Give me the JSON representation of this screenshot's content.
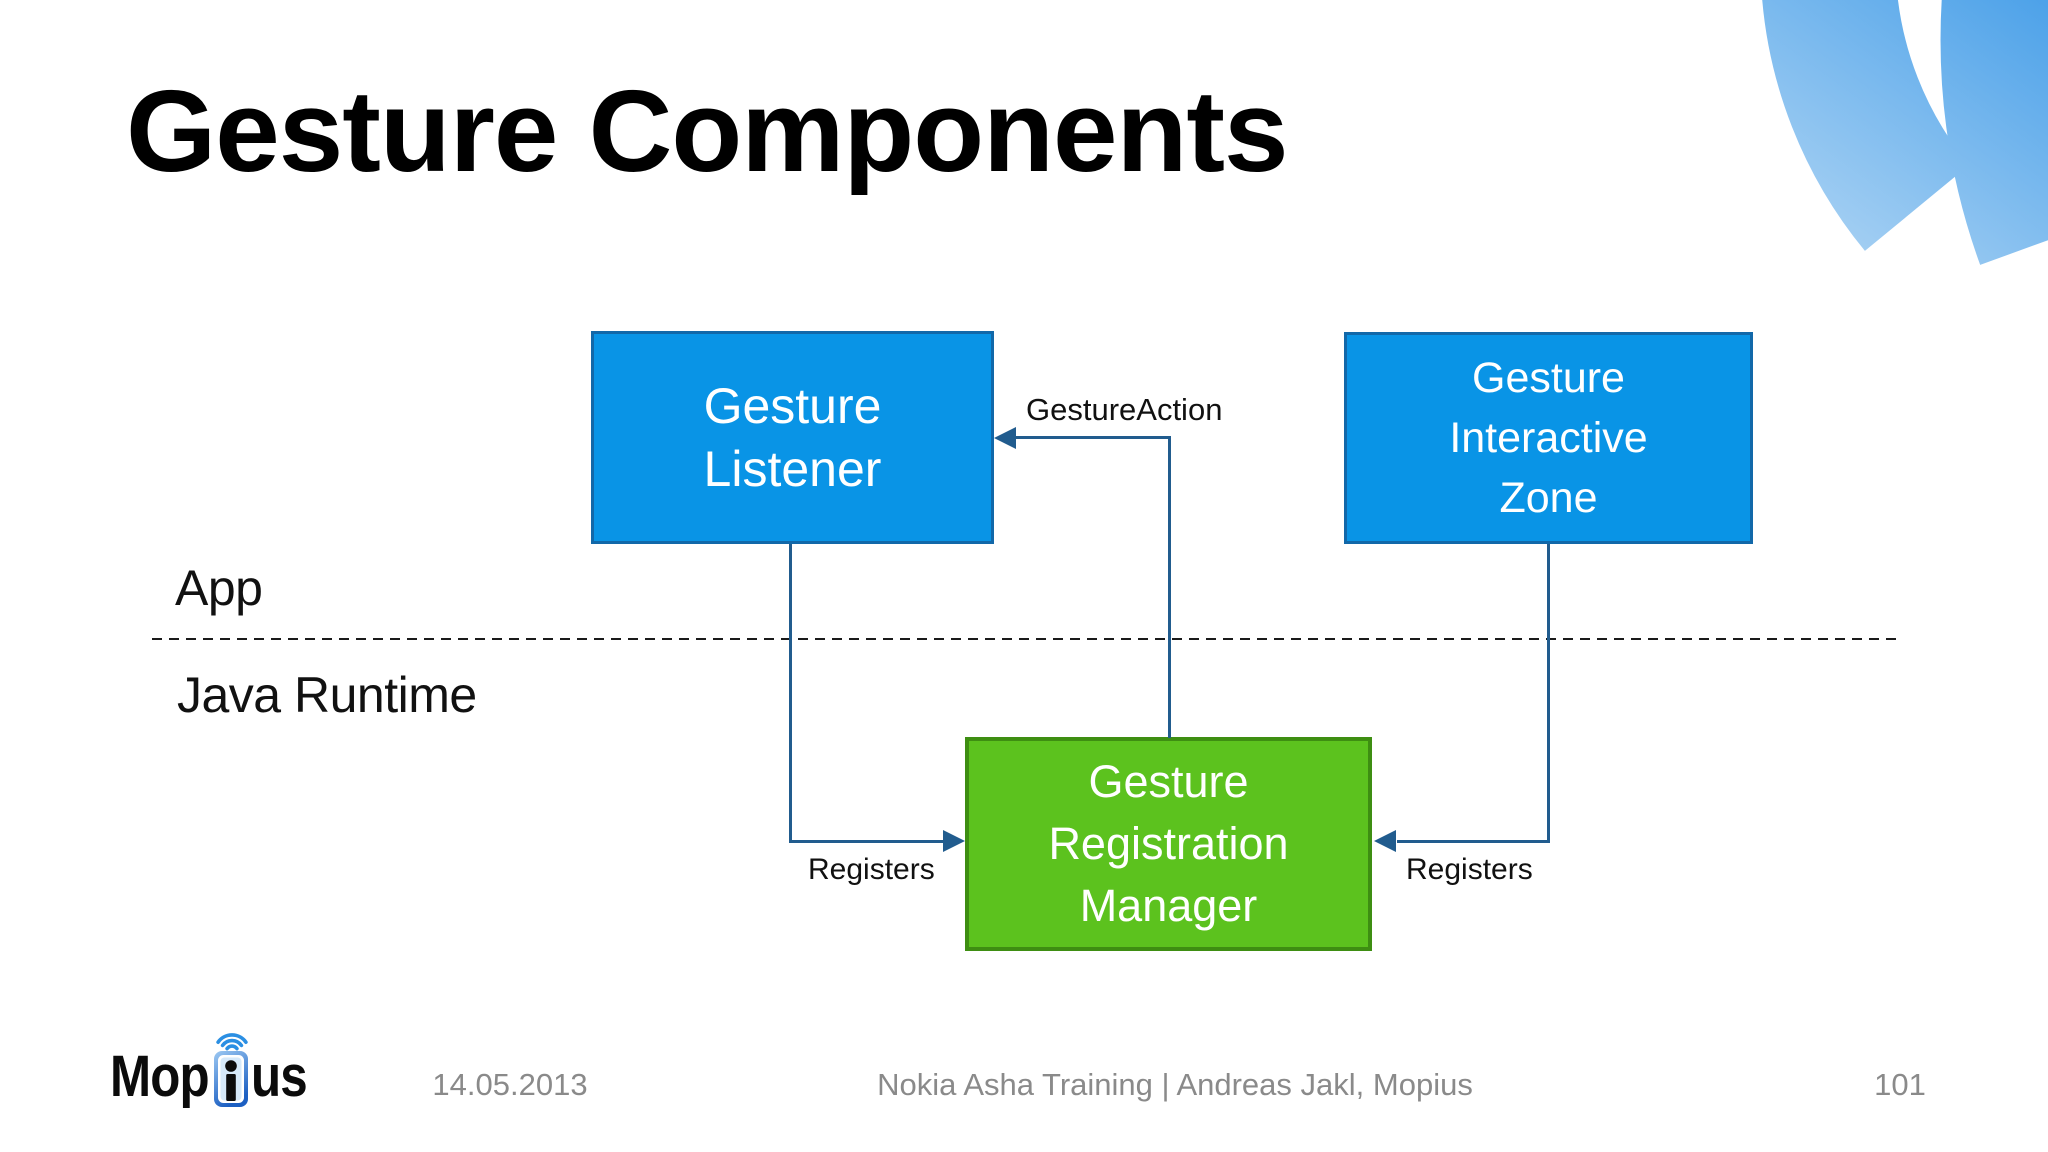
{
  "slide": {
    "title": "Gesture Components",
    "footer": {
      "date": "14.05.2013",
      "credits": "Nokia Asha Training | Andreas Jakl, Mopius",
      "page_number": "101"
    },
    "logo": {
      "text_pre": "Mop",
      "text_post": "us"
    }
  },
  "diagram": {
    "layer_labels": {
      "top": "App",
      "bottom": "Java Runtime"
    },
    "nodes": {
      "gesture_listener": {
        "label": "Gesture\nListener",
        "fill": "#0994E6",
        "border": "#1268A9",
        "text_color": "#FFFFFF"
      },
      "gesture_interactive_zone": {
        "label": "Gesture\nInteractive\nZone",
        "fill": "#0994E6",
        "border": "#1268A9",
        "text_color": "#FFFFFF"
      },
      "gesture_registration_manager": {
        "label": "Gesture\nRegistration\nManager",
        "fill": "#5CC21E",
        "border": "#3E8E12",
        "text_color": "#FFFFFF"
      }
    },
    "edges": {
      "gesture_action": {
        "label": "GestureAction",
        "from": "gesture_registration_manager",
        "to": "gesture_listener"
      },
      "registers_left": {
        "label": "Registers",
        "from": "gesture_listener",
        "to": "gesture_registration_manager"
      },
      "registers_right": {
        "label": "Registers",
        "from": "gesture_interactive_zone",
        "to": "gesture_registration_manager"
      }
    },
    "connector_color": "#215C8E"
  },
  "decoration": {
    "corner_wave_colors": [
      "#3E9AE7",
      "#B7D9F5"
    ],
    "dashed_divider_color": "#1A1A1A"
  }
}
